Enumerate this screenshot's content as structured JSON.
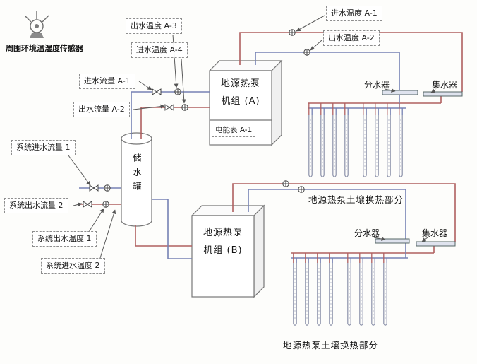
{
  "diagram": {
    "ambient_sensor_label": "周围环境温湿度传感器",
    "labels": {
      "outlet_temp_a3": "出水温度 A-3",
      "inlet_temp_a4": "进水温度 A-4",
      "inlet_flow_a1": "进水流量 A-1",
      "outlet_flow_a2": "出水流量 A-2",
      "sys_inlet_flow_1": "系统进水流量 1",
      "sys_outlet_flow_2": "系统出水流量 2",
      "sys_outlet_temp_1": "系统出水温度 1",
      "sys_inlet_temp_2": "系统进水温度 2",
      "inlet_temp_a1": "进水温度 A-1",
      "outlet_temp_a2": "出水温度 A-2",
      "energy_meter_a1": "电能表 A-1"
    },
    "equipment": {
      "tank": "储水罐",
      "unit_a_line1": "地源热泵",
      "unit_a_line2": "机组 (A)",
      "unit_b_line1": "地源热泵",
      "unit_b_line2": "机组 (B)",
      "distributor": "分水器",
      "collector": "集水器",
      "soil_hx": "地源热泵土壤换热部分"
    },
    "colors": {
      "hot_pipe": "#b06060",
      "cold_pipe": "#7682b4",
      "outline": "#777777"
    }
  }
}
